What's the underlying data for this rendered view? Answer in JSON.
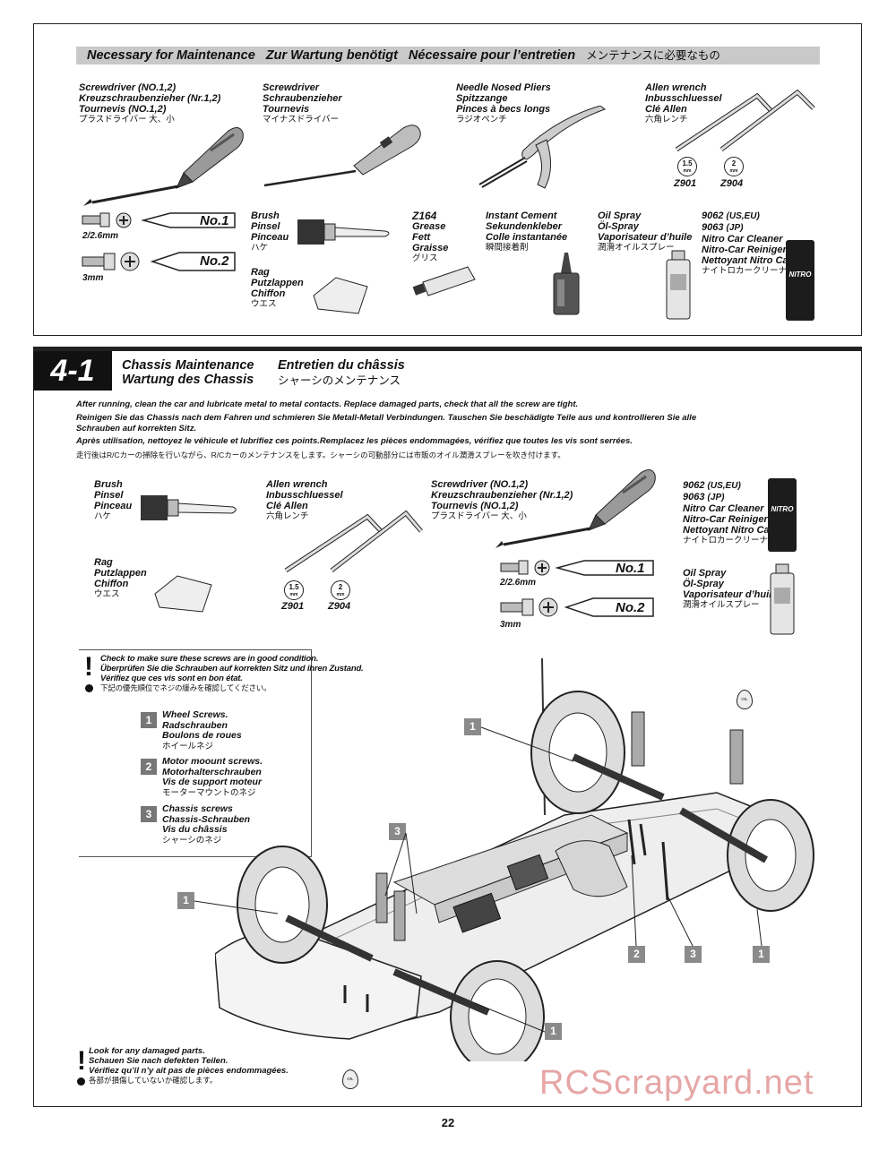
{
  "maintenance": {
    "header": {
      "en": "Necessary for Maintenance",
      "de": "Zur Wartung benötigt",
      "fr": "Nécessaire pour l’entretien",
      "jp": "メンテナンスに必要なもの"
    },
    "screwdriver_plus": [
      "Screwdriver (NO.1,2)",
      "Kreuzschraubenzieher (Nr.1,2)",
      "Tournevis (NO.1,2)"
    ],
    "screwdriver_plus_jp": "プラスドライバー 大、小",
    "screwdriver_flat": [
      "Screwdriver",
      "Schraubenzieher",
      "Tournevis"
    ],
    "screwdriver_flat_jp": "マイナスドライバー",
    "pliers": [
      "Needle Nosed Pliers",
      "Spitzzange",
      "Pinces à becs longs"
    ],
    "pliers_jp": "ラジオペンチ",
    "allen": [
      "Allen wrench",
      "Inbusschluessel",
      "Clé Allen"
    ],
    "allen_jp": "六角レンチ",
    "size_15": "1.5",
    "size_2": "2",
    "mm": "mm",
    "code_z901": "Z901",
    "code_z904": "Z904",
    "no1": "No.1",
    "no2": "No.2",
    "screw_a": "2/2.6mm",
    "screw_b": "3mm",
    "brush": [
      "Brush",
      "Pinsel",
      "Pinceau"
    ],
    "brush_jp": "ハケ",
    "rag": [
      "Rag",
      "Putzlappen",
      "Chiffon"
    ],
    "rag_jp": "ウエス",
    "grease_code": "Z164",
    "grease": [
      "Grease",
      "Fett",
      "Graisse"
    ],
    "grease_jp": "グリス",
    "cement": [
      "Instant Cement",
      "Sekundenkleber",
      "Colle instantanée"
    ],
    "cement_jp": "瞬間接着剤",
    "oil": [
      "Oil Spray",
      "Öl-Spray",
      "Vaporisateur d’huile"
    ],
    "oil_jp": "潤滑オイルスプレー",
    "cleaner_codes": [
      "9062",
      "9063"
    ],
    "cleaner_regions": [
      "(US,EU)",
      "(JP)"
    ],
    "cleaner": [
      "Nitro Car Cleaner",
      "Nitro-Car Reiniger",
      "Nettoyant Nitro Car"
    ],
    "cleaner_jp": "ナイトロカークリーナー",
    "can_label": "NITRO"
  },
  "step": {
    "number": "4-1",
    "title_en": "Chassis Maintenance",
    "title_fr": "Entretien du châssis",
    "title_de": "Wartung des Chassis",
    "title_jp": "シャーシのメンテナンス",
    "para_en": "After running, clean the car and lubricate metal to metal contacts. Replace damaged parts, check that all the screw are tight.",
    "para_de_1": "Reinigen Sie das Chassis nach dem Fahren und schmieren Sie Metall-Metall Verbindungen. Tauschen Sie beschädigte Teile aus und kontrollieren Sie alle",
    "para_de_2": "Schrauben auf korrekten Sitz.",
    "para_fr": "Après utilisation, nettoyez le véhicule et lubrifiez ces points.Remplacez les pièces endommagées, vérifiez que toutes les vis sont serrées.",
    "para_jp": "走行後はR/Cカーの掃除を行いながら、R/Cカーのメンテナンスをします。シャーシの可動部分には市販のオイル潤滑スプレーを吹き付けます。",
    "cleaner": [
      "Nitro Car Cleaner",
      "Nitro-Car Reiniger",
      "Nettoyant Nitro Car"
    ]
  },
  "check": {
    "lines": [
      "Check to make sure these screws are in good condition.",
      "Überprüfen Sie die Schrauben auf korrekten Sitz und ihren Zustand.",
      "Vérifiez que ces vis sont en bon état."
    ],
    "jp": "下記の優先順位でネジの緩みを確認してください。",
    "items": [
      {
        "num": "1",
        "lines": [
          "Wheel Screws.",
          "Radschrauben",
          "Boulons de roues"
        ],
        "jp": "ホイールネジ"
      },
      {
        "num": "2",
        "lines": [
          "Motor moount screws.",
          "Motorhalterschrauben",
          "Vis de support moteur"
        ],
        "jp": "モーターマウントのネジ"
      },
      {
        "num": "3",
        "lines": [
          "Chassis screws",
          "Chassis-Schrauben",
          "Vis du châssis"
        ],
        "jp": "シャーシのネジ"
      }
    ]
  },
  "damage": {
    "lines": [
      "Look for any damaged parts.",
      "Schauen Sie nach defekten Teilen.",
      "Vérifiez qu’il n’y ait pas de pièces endommagées."
    ],
    "jp": "各部が損傷していないか確認します。"
  },
  "callouts": [
    "1",
    "3",
    "1",
    "2",
    "3",
    "1",
    "1"
  ],
  "oil_tag": "OIL",
  "page_number": "22",
  "watermark": "RCScrapyard.net"
}
